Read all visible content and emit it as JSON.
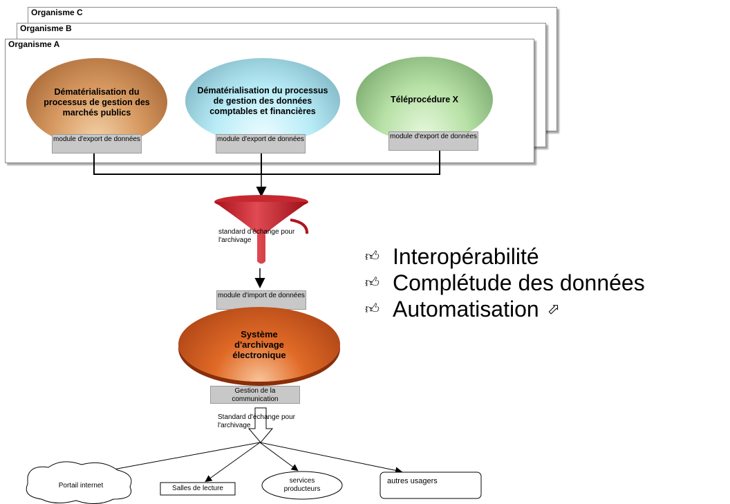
{
  "organisms": {
    "c": "Organisme C",
    "b": "Organisme B",
    "a": "Organisme A"
  },
  "processes": [
    {
      "title": "Dématérialisation du processus de gestion des marchés publics",
      "module": "module d'export de données"
    },
    {
      "title": "Dématérialisation du processus de gestion des données comptables et financières",
      "module": "module d'export de données"
    },
    {
      "title": "Téléprocédure X",
      "module": "module d'export de données"
    }
  ],
  "funnel_label": "standard d'échange pour l'archivage",
  "import_module": "module d'import de données",
  "archive_system": "Système d'archivage électronique",
  "communication_module": "Gestion de la communication",
  "output_standard": "Standard d'échange pour l'archivage",
  "benefits": [
    {
      "icon": "thumbs-up-icon",
      "label": "Interopérabilité"
    },
    {
      "icon": "thumbs-up-icon",
      "label": "Complétude des données"
    },
    {
      "icon": "thumbs-up-icon",
      "label": "Automatisation"
    }
  ],
  "destinations": [
    {
      "label": "Portail internet"
    },
    {
      "label": "Salles de lecture"
    },
    {
      "label": "services producteurs"
    },
    {
      "label": "autres usagers"
    }
  ]
}
